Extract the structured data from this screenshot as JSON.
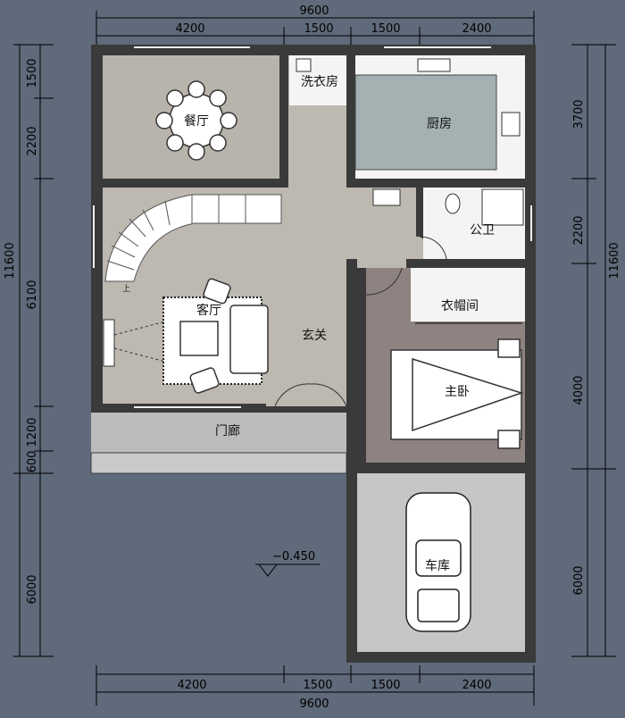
{
  "dimensions": {
    "top_total": "9600",
    "top_segments": [
      "4200",
      "1500",
      "1500",
      "2400"
    ],
    "bottom_total": "9600",
    "bottom_segments": [
      "4200",
      "1500",
      "1500",
      "2400"
    ],
    "left_total": "11600",
    "left_segments": [
      "1500",
      "2200",
      "6100",
      "1200",
      "600",
      "6000"
    ],
    "right_total": "11600",
    "right_segments": [
      "3700",
      "2200",
      "4000",
      "6000"
    ]
  },
  "rooms": {
    "dining": "餐厅",
    "laundry": "洗衣房",
    "kitchen": "厨房",
    "bathroom": "公卫",
    "living": "客厅",
    "foyer": "玄关",
    "closet": "衣帽间",
    "master_bedroom": "主卧",
    "porch": "门廊",
    "garage": "车库"
  },
  "stair_label": "上",
  "elevation": "−0.450",
  "colors": {
    "background": "#5f6a7a",
    "wall": "#3a3a3a",
    "floor_main": "#bdb8b0",
    "dining_floor": "#b9b4ab",
    "kitchen_block": "#a4b0b1",
    "bedroom_floor": "#8e8380",
    "porch_floor": "#bcbcbc",
    "garage_floor": "#c6c6c6",
    "white_room": "#f4f4f4"
  }
}
